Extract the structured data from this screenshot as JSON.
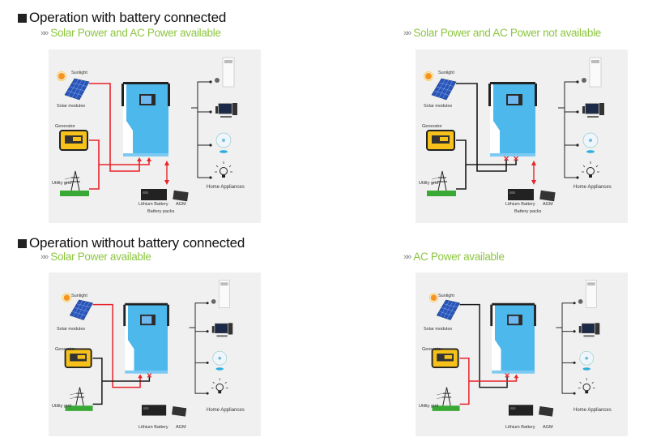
{
  "sections": [
    {
      "title": "Operation with battery connected",
      "scenarios": [
        {
          "subtitle": "Solar Power and AC Power available",
          "solar_line": "active",
          "ac_line": "active",
          "battery_link": "active",
          "battery_visible": true,
          "show_battery_packs_label": true
        },
        {
          "subtitle": "Solar Power and AC Power not available",
          "solar_line": "blocked",
          "ac_line": "blocked",
          "battery_link": "active",
          "battery_visible": true,
          "show_battery_packs_label": true
        }
      ]
    },
    {
      "title": "Operation without battery connected",
      "scenarios": [
        {
          "subtitle": "Solar Power available",
          "solar_line": "active",
          "ac_line": "blocked",
          "battery_link": "none",
          "battery_visible": true,
          "show_battery_packs_label": false
        },
        {
          "subtitle": "AC Power available",
          "solar_line": "blocked",
          "ac_line": "active",
          "battery_link": "none",
          "battery_visible": true,
          "show_battery_packs_label": false
        }
      ]
    }
  ],
  "labels": {
    "sunlight": "Sunlight",
    "solar_modules": "Solar modules",
    "generator": "Generator",
    "utility_grid": "Utility grid",
    "lithium_battery": "Lithium Battery",
    "agm": "AGM",
    "battery_packs": "Battery packs",
    "home_appliances": "Home Appliances"
  },
  "subtitle_chevron": "»»",
  "colors": {
    "active_line": "#e8232a",
    "inactive_line": "#1a1a1a",
    "subtitle": "#8cc63f",
    "inverter_body": "#4db8ec",
    "panel_bg": "#f0f0f0"
  }
}
